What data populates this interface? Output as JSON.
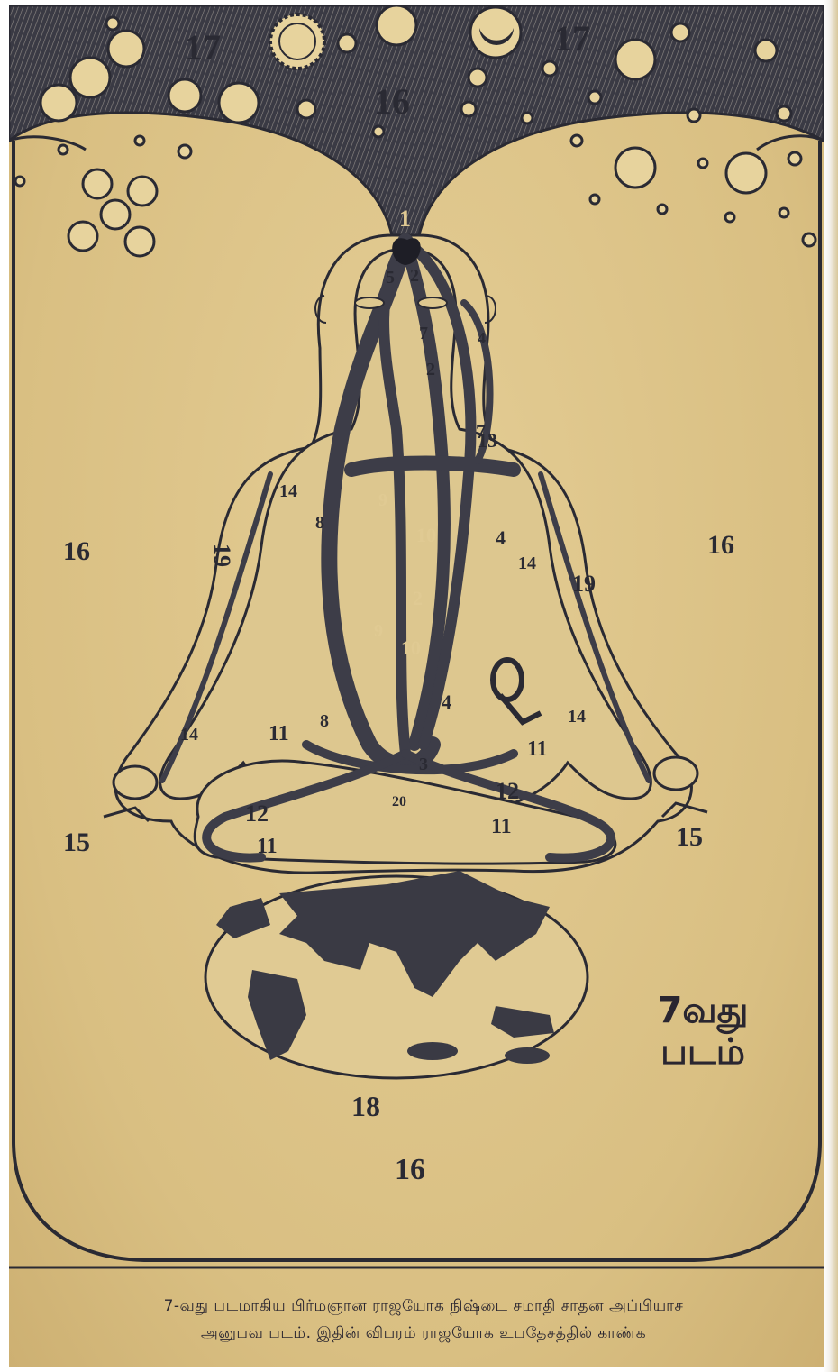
{
  "diagram": {
    "labels": {
      "n1": "1",
      "n2a": "2",
      "n2b": "2",
      "n2c": "2",
      "n3": "3",
      "n4a": "4",
      "n4b": "4",
      "n4c": "4",
      "n5": "5",
      "n7a": "7",
      "n7b": "7",
      "n8a": "8",
      "n8b": "8",
      "n9a": "9",
      "n9b": "9",
      "n10a": "10",
      "n10b": "10",
      "n11a": "11",
      "n11b": "11",
      "n11c": "11",
      "n11d": "11",
      "n12a": "12",
      "n12b": "12",
      "n13": "13",
      "n14a": "14",
      "n14b": "14",
      "n14c": "14",
      "n14d": "14",
      "n15a": "15",
      "n15b": "15",
      "n16a": "16",
      "n16b": "16",
      "n16c": "16",
      "n16d": "16",
      "n17a": "17",
      "n17b": "17",
      "n18": "18",
      "n19a": "19",
      "n19b": "19",
      "n20": "20"
    },
    "plate_line1": "7வது",
    "plate_line2": "படம்",
    "caption_line1": "7-வது படமாகிய பிர்மஞான ராஜயோக நிஷ்டை சமாதி சாதன அப்பியாச",
    "caption_line2": "அனுபவ படம்.   இதின் விபரம் ராஜயோக உபதேசத்தில் காண்க"
  },
  "colors": {
    "paper": "#dcc48a",
    "ink": "#2a2a33"
  }
}
